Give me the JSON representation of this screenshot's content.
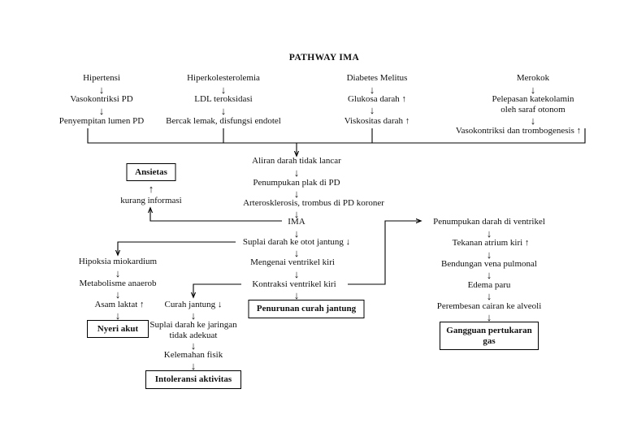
{
  "title": "PATHWAY IMA",
  "diagram": {
    "type": "flowchart",
    "subject": "Pathway Infark Miokard Akut (IMA)",
    "language": "id",
    "risk_factor_columns": [
      {
        "name": "hipertensi-chain",
        "steps": [
          "Hipertensi",
          "Vasokontriksi PD",
          "Penyempitan lumen PD"
        ]
      },
      {
        "name": "hiperkolesterolemia-chain",
        "steps": [
          "Hiperkolesterolemia",
          "LDL teroksidasi",
          "Bercak lemak, disfungsi endotel"
        ]
      },
      {
        "name": "diabetes-chain",
        "steps": [
          "Diabetes Melitus",
          "Glukosa darah ↑",
          "Viskositas darah ↑"
        ]
      },
      {
        "name": "merokok-chain",
        "steps": [
          "Merokok",
          "Pelepasan katekolamin oleh saraf otonom",
          "Vasokontriksi dan trombogenesis ↑"
        ]
      }
    ],
    "nodes": {
      "hipertensi": "Hipertensi",
      "vasokontriksi_pd": "Vasokontriksi PD",
      "penyempitan_lumen": "Penyempitan lumen PD",
      "hiperkolesterolemia": "Hiperkolesterolemia",
      "ldl_teroksidasi": "LDL teroksidasi",
      "bercak_lemak": "Bercak lemak, disfungsi endotel",
      "diabetes_melitus": "Diabetes Melitus",
      "glukosa_darah": "Glukosa darah ↑",
      "viskositas_darah": "Viskositas darah ↑",
      "merokok": "Merokok",
      "pelepasan_katekolamin_l1": "Pelepasan katekolamin",
      "pelepasan_katekolamin_l2": "oleh saraf otonom",
      "vasokontriksi_trombogenesis": "Vasokontriksi dan trombogenesis ↑",
      "aliran_darah": "Aliran darah tidak lancar",
      "penumpukan_plak": "Penumpukan plak di PD",
      "arterosklerosis": "Arterosklerosis, trombus di PD koroner",
      "ima": "IMA",
      "kurang_informasi": "kurang informasi",
      "ansietas": "Ansietas",
      "suplai_otot_jantung": "Suplai darah ke otot jantung ↓",
      "hipoksia": "Hipoksia miokardium",
      "metabolisme_anaerob": "Metabolisme anaerob",
      "asam_laktat": "Asam laktat ↑",
      "nyeri_akut": "Nyeri akut",
      "mengenai_ventrikel": "Mengenai ventrikel kiri",
      "kontraksi_ventrikel": "Kontraksi ventrikel kiri",
      "penurunan_curah_jantung": "Penurunan curah jantung",
      "curah_jantung": "Curah jantung ↓",
      "suplai_jaringan_l1": "Suplai darah ke jaringan",
      "suplai_jaringan_l2": "tidak adekuat",
      "kelemahan_fisik": "Kelemahan fisik",
      "intoleransi_aktivitas": "Intoleransi aktivitas",
      "penumpukan_darah_ventrikel": "Penumpukan darah di ventrikel",
      "tekanan_atrium_kiri": "Tekanan atrium kiri ↑",
      "bendungan_vena": "Bendungan vena pulmonal",
      "edema_paru": "Edema paru",
      "perembesan_cairan": "Perembesan cairan ke alveoli",
      "gangguan_pertukaran_l1": "Gangguan pertukaran",
      "gangguan_pertukaran_l2": "gas"
    },
    "nursing_diagnoses": [
      "Ansietas",
      "Nyeri akut",
      "Penurunan curah jantung",
      "Intoleransi aktivitas",
      "Gangguan pertukaran gas"
    ],
    "arrow_glyph": "↓",
    "colors": {
      "line": "#000000",
      "text": "#111111",
      "background": "#ffffff"
    }
  }
}
